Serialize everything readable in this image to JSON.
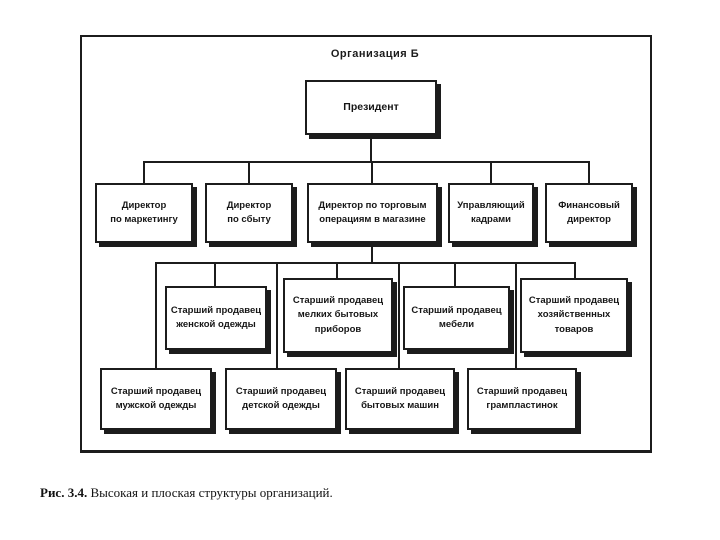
{
  "diagram": {
    "title": "Организация Б",
    "nodes": {
      "president": "Президент",
      "marketing": "Директор\nпо маркетингу",
      "sales": "Директор\nпо сбыту",
      "trade": "Директор по торговым\nоперациям в магазине",
      "hr": "Управляющий\nкадрами",
      "finance": "Финансовый\nдиректор",
      "women_clothes": "Старший продавец\nженской одежды",
      "small_appliances": "Старший продавец\nмелких бытовых\nприборов",
      "furniture": "Старший продавец\nмебели",
      "household_goods": "Старший продавец\nхозяйственных\nтоваров",
      "men_clothes": "Старший продавец\nмужской одежды",
      "children_clothes": "Старший продавец\nдетской одежды",
      "home_machines": "Старший продавец\nбытовых машин",
      "records": "Старший продавец\nгрампластинок"
    },
    "colors": {
      "ink": "#1c1c1c",
      "paper": "#ffffff"
    }
  },
  "caption": {
    "prefix": "Рис. 3.4.",
    "text": " Высокая и плоская структуры организаций."
  }
}
